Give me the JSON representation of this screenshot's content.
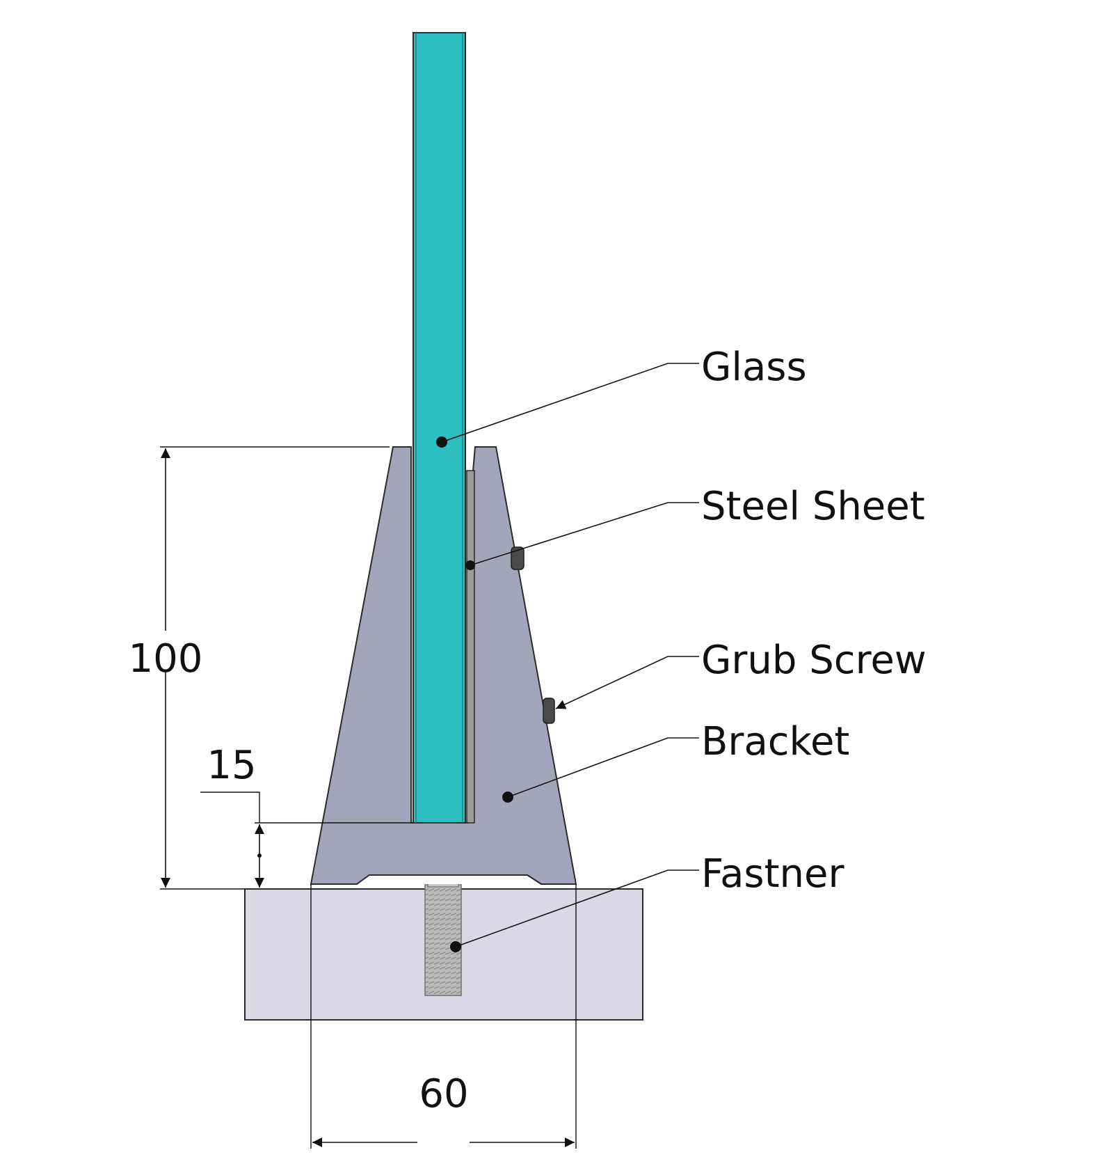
{
  "diagram": {
    "labels": {
      "glass": "Glass",
      "steel_sheet": "Steel Sheet",
      "grub_screw": "Grub Screw",
      "bracket": "Bracket",
      "fastener": "Fastner"
    },
    "dimensions": {
      "height": "100",
      "recess": "15",
      "width": "60"
    },
    "colors": {
      "glass": "#2ebfc2",
      "bracket": "#a3a5bb",
      "base": "#d8d9e5",
      "steel_sheet": "#9b9b9b",
      "fastener": "#b9b9b9"
    }
  }
}
